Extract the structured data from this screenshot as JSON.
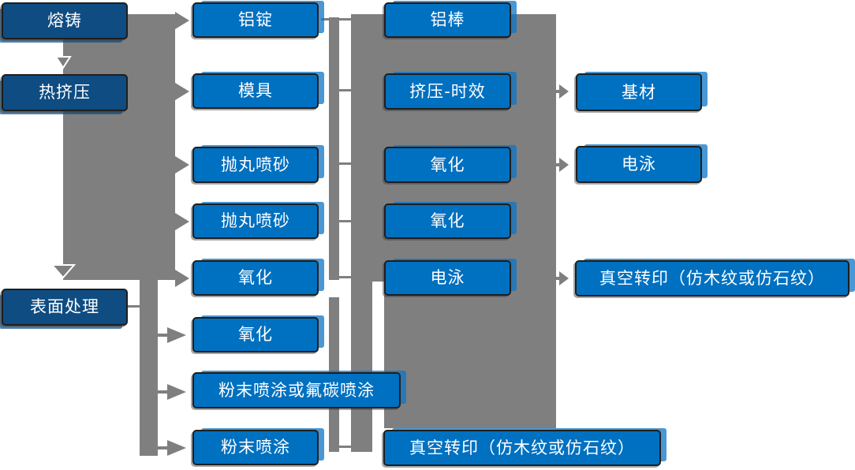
{
  "diagram_type": "process-flowchart",
  "language": "zh-CN",
  "colors": {
    "node_blue": "#0070C0",
    "node_dark_blue": "#0E4C82",
    "connector_gray": "#7F7F7F",
    "node_border": "#1E1E1E",
    "text": "#FFFFFF",
    "background": "#FFFFFF"
  },
  "nodes": {
    "melt_cast": "熔铸",
    "hot_extrusion": "热挤压",
    "surface_treatment": "表面处理",
    "aluminum_ingot": "铝锭",
    "mold": "模具",
    "shot_blasting_1": "抛丸喷砂",
    "shot_blasting_2": "抛丸喷砂",
    "oxidation_1": "氧化",
    "oxidation_2": "氧化",
    "powder_or_fluorocarbon": "粉末喷涂或氟碳喷涂",
    "powder_coating": "粉末喷涂",
    "aluminum_rod": "铝棒",
    "extrusion_aging": "挤压-时效",
    "oxidation_3": "氧化",
    "oxidation_4": "氧化",
    "electrophoresis_1": "电泳",
    "vacuum_transfer_bottom": "真空转印（仿木纹或仿石纹）",
    "base_material": "基材",
    "electrophoresis_2": "电泳",
    "vacuum_transfer_right": "真空转印（仿木纹或仿石纹）"
  },
  "edges": [
    {
      "from": "melt_cast",
      "to": "aluminum_ingot"
    },
    {
      "from": "melt_cast",
      "to": "hot_extrusion"
    },
    {
      "from": "hot_extrusion",
      "to": "mold"
    },
    {
      "from": "hot_extrusion",
      "to": "shot_blasting_1"
    },
    {
      "from": "hot_extrusion",
      "to": "shot_blasting_2"
    },
    {
      "from": "hot_extrusion",
      "to": "oxidation_1"
    },
    {
      "from": "hot_extrusion",
      "to": "surface_treatment"
    },
    {
      "from": "surface_treatment",
      "to": "oxidation_2"
    },
    {
      "from": "surface_treatment",
      "to": "powder_or_fluorocarbon"
    },
    {
      "from": "surface_treatment",
      "to": "powder_coating"
    },
    {
      "from": "extrusion_aging",
      "to": "base_material"
    },
    {
      "from": "oxidation_3",
      "to": "electrophoresis_2"
    },
    {
      "from": "electrophoresis_1",
      "to": "vacuum_transfer_right"
    }
  ]
}
